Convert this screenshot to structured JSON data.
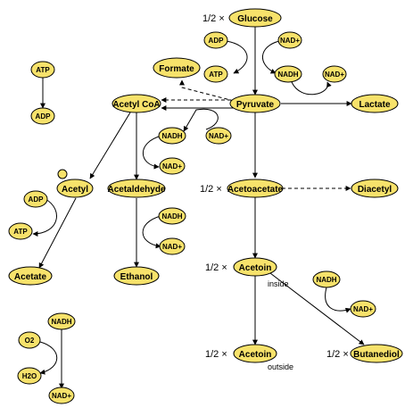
{
  "nodes": {
    "glucose": "Glucose",
    "adp_top": "ADP",
    "nad_top": "NAD+",
    "atp_top": "ATP",
    "nadh_top": "NADH",
    "nad_lactate": "NAD+",
    "formate": "Formate",
    "atp_left": "ATP",
    "adp_left": "ADP",
    "acetylcoa": "Acetyl CoA",
    "pyruvate": "Pyruvate",
    "lactate": "Lactate",
    "nadh_mid": "NADH",
    "nad_mid": "NAD+",
    "nad_ald1": "NAD+",
    "acetyl": "Acetyl",
    "acetaldehyde": "Acetaldehyde",
    "acetoacetate": "Acetoacetate",
    "diacetyl": "Diacetyl",
    "adp_acetyl": "ADP",
    "atp_acetyl": "ATP",
    "nadh_eth": "NADH",
    "nad_eth": "NAD+",
    "acetate": "Acetate",
    "ethanol": "Ethanol",
    "acetoin": "Acetoin",
    "nadh_but": "NADH",
    "nad_but": "NAD+",
    "o2": "O2",
    "nadh_ox": "NADH",
    "h2o": "H2O",
    "nad_ox": "NAD+",
    "acetoin_out": "Acetoin",
    "butanediol": "Butanediol"
  },
  "annotations": {
    "half": "1/2 ×",
    "inside": "inside",
    "outside": "outside"
  },
  "colors": {
    "node_fill": "#f7e26b",
    "stroke": "#000000"
  }
}
